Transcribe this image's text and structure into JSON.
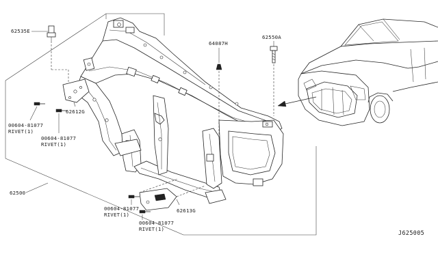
{
  "callouts": {
    "p62535e": "62535E",
    "p64087h": "64087H",
    "p62550a": "62550A",
    "p62612g": "62612G",
    "p62613g": "62613G",
    "p62500": "62500",
    "rivet1_code": "00604-81077",
    "rivet1_desc": "RIVET(1)",
    "rivet2_code": "00604-81077",
    "rivet2_desc": "RIVET(1)",
    "rivet3_code": "00604-81077",
    "rivet3_desc": "RIVET(1)",
    "rivet4_code": "00604-81077",
    "rivet4_desc": "RIVET(1)"
  },
  "diagram_ref": "J625005"
}
